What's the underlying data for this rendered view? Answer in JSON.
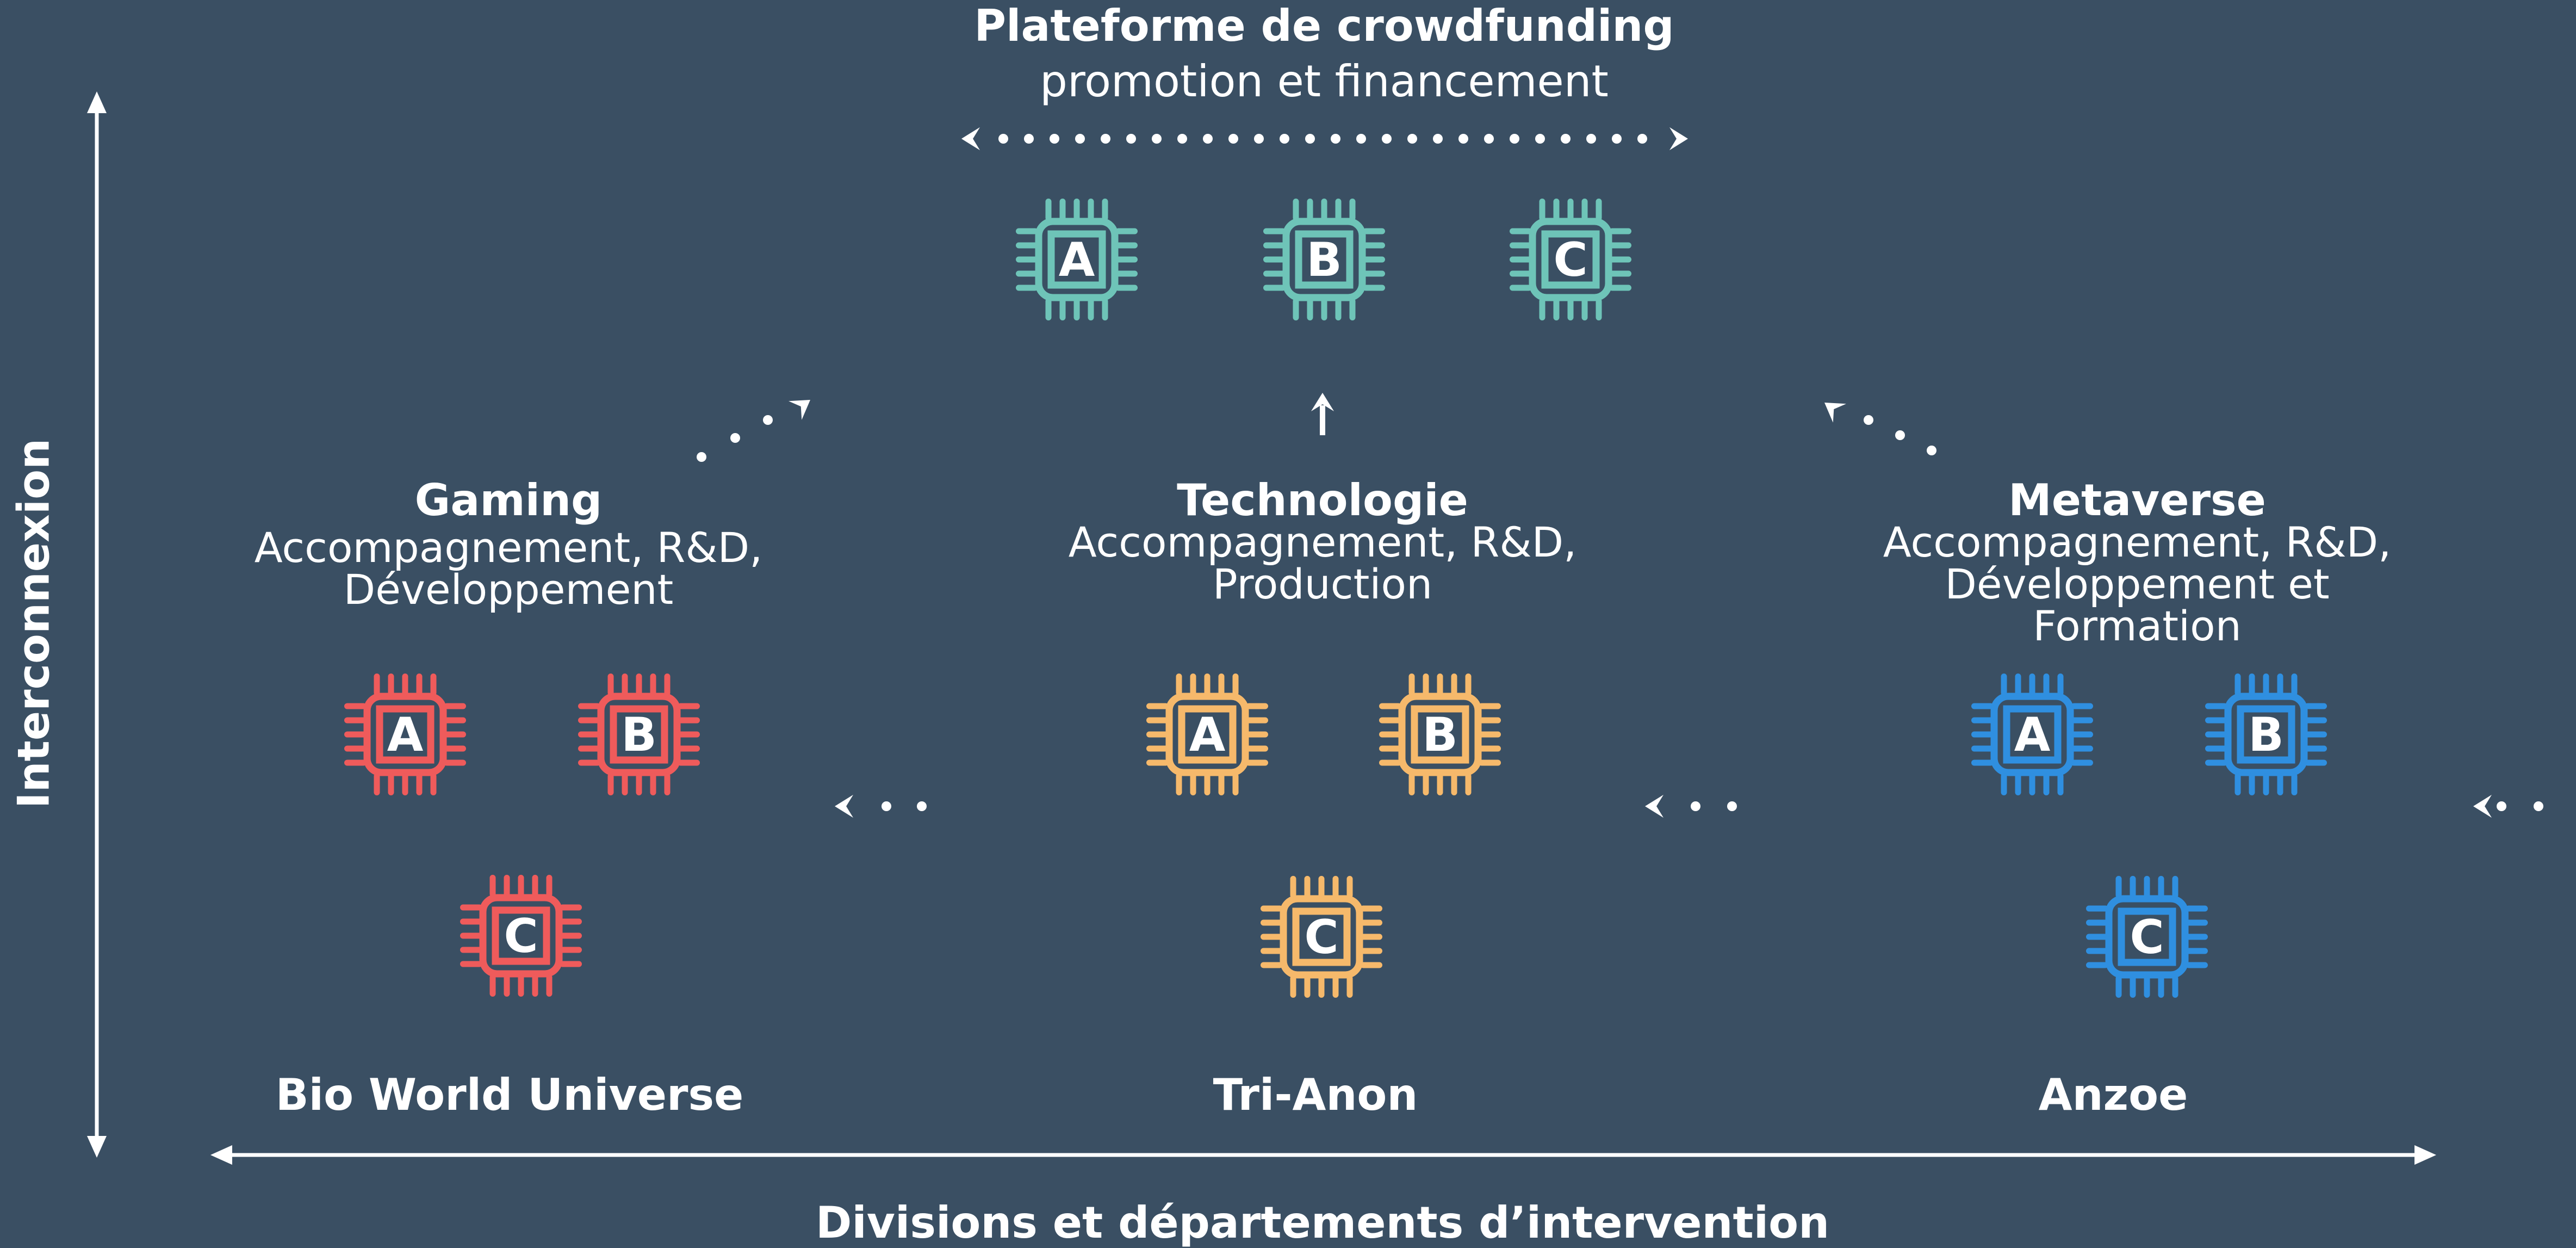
{
  "platform": {
    "title": "Plateforme de crowdfunding",
    "subtitle": "promotion et financement",
    "color": "#6ec4b8",
    "chips": [
      "A",
      "B",
      "C"
    ]
  },
  "divisions": [
    {
      "title": "Gaming",
      "subtitle_lines": [
        "Accompagnement, R&D,",
        "Développement"
      ],
      "company": "Bio World Universe",
      "color": "#ef5b5b",
      "chips": [
        "A",
        "B",
        "C"
      ]
    },
    {
      "title": "Technologie",
      "subtitle_lines": [
        "Accompagnement, R&D,",
        "Production"
      ],
      "company": "Tri-Anon",
      "color": "#f6b96b",
      "chips": [
        "A",
        "B",
        "C"
      ]
    },
    {
      "title": "Metaverse",
      "subtitle_lines": [
        "Accompagnement, R&D,",
        "Développement et",
        "Formation"
      ],
      "company": "Anzoe",
      "color": "#2f8fe0",
      "chips": [
        "A",
        "B",
        "C"
      ]
    }
  ],
  "axes": {
    "vertical_label": "Interconnexion",
    "horizontal_label": "Divisions et départements d’intervention"
  }
}
